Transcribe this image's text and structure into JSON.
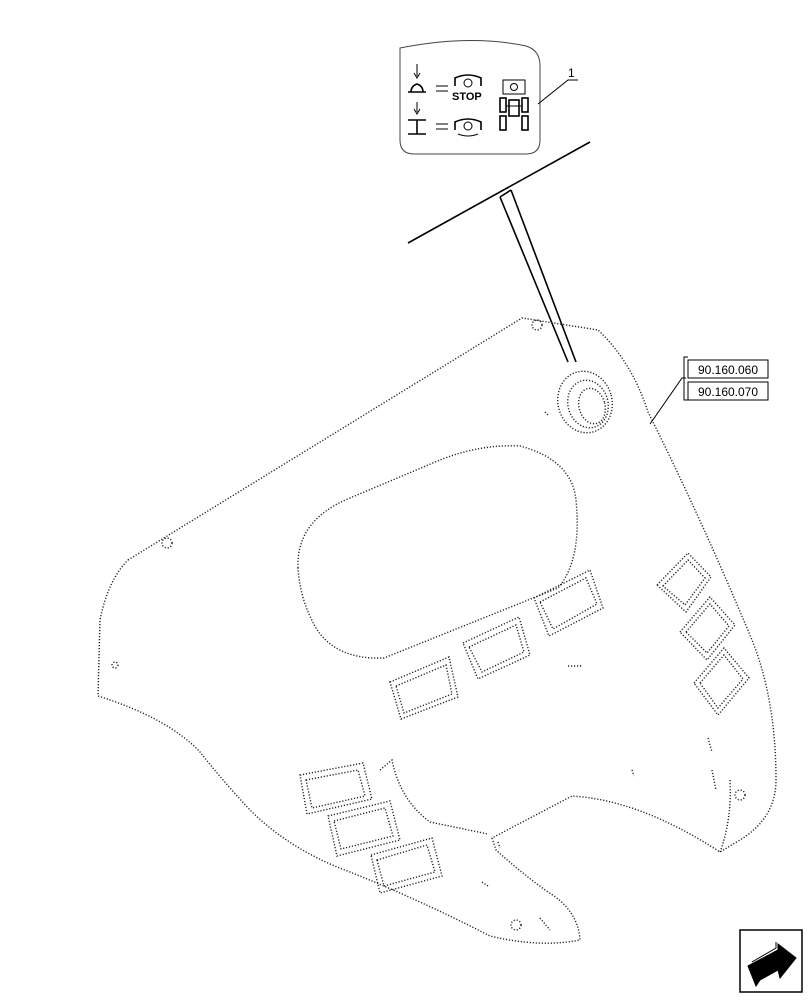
{
  "decal": {
    "callout_number": "1",
    "stop_label": "STOP"
  },
  "references": [
    "90.160.060",
    "90.160.070"
  ],
  "colors": {
    "line": "#000000",
    "background": "#ffffff"
  },
  "icons": {
    "nav": "next-page-arrow-icon"
  }
}
